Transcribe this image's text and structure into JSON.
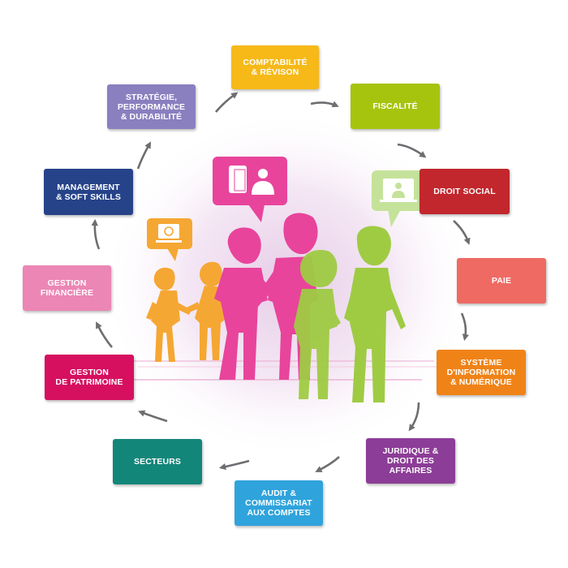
{
  "nodes": [
    {
      "id": "comptabilite",
      "label": "Comptabilité\n& révison",
      "color": "#f6b918"
    },
    {
      "id": "fiscalite",
      "label": "Fiscalité",
      "color": "#a6c40e"
    },
    {
      "id": "droit_social",
      "label": "Droit social",
      "color": "#c1272d"
    },
    {
      "id": "paie",
      "label": "Paie",
      "color": "#ee6a63"
    },
    {
      "id": "systeme_information",
      "label": "Système\nd'information\n& numérique",
      "color": "#f08317"
    },
    {
      "id": "juridique",
      "label": "Juridique &\ndroit des\naffaires",
      "color": "#8c3d97"
    },
    {
      "id": "audit",
      "label": "Audit &\ncommissariat\naux comptes",
      "color": "#2fa3dc"
    },
    {
      "id": "secteurs",
      "label": "Secteurs",
      "color": "#13867a"
    },
    {
      "id": "gestion_patrimoine",
      "label": "Gestion\nde patrimoine",
      "color": "#d60f5f"
    },
    {
      "id": "gestion_financiere",
      "label": "Gestion\nfinancière",
      "color": "#ec86b5"
    },
    {
      "id": "management",
      "label": "Management\n& soft skills",
      "color": "#26438a"
    },
    {
      "id": "strategie",
      "label": "Stratégie,\nperformance\n& durabilité",
      "color": "#8a7fbf"
    }
  ],
  "cycle_arrow_color": "#6d6e71",
  "figure_colors": {
    "pink": "#e8449b",
    "green": "#9fcb43",
    "orange": "#f5a733",
    "bubble_light": "#c5e29a"
  }
}
